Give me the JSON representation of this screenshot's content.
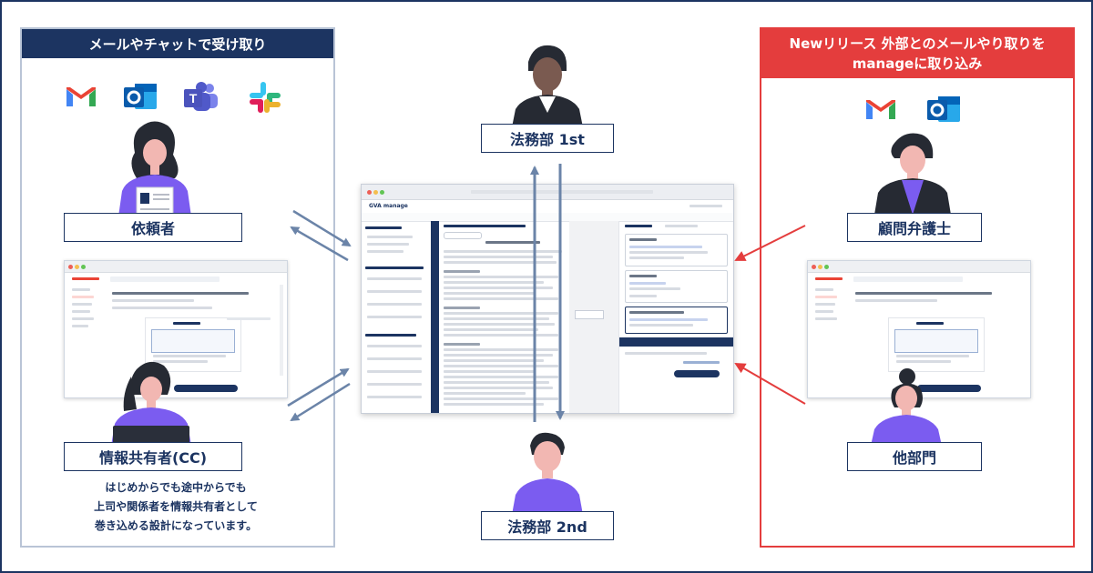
{
  "left_panel": {
    "title": "メールやチャットで受け取り",
    "app_icons": [
      "gmail-icon",
      "outlook-icon",
      "teams-icon",
      "slack-icon"
    ],
    "role_requester": "依頼者",
    "role_cc": "情報共有者(CC)",
    "caption_lines": [
      "はじめからでも途中からでも",
      "上司や関係者を情報共有者として",
      "巻き込める設計になっています。"
    ]
  },
  "right_panel": {
    "title_line1": "Newリリース 外部とのメールやり取りを",
    "title_line2": "manageに取り込み",
    "app_icons": [
      "gmail-icon",
      "outlook-icon"
    ],
    "role_advisor": "顧問弁護士",
    "role_other_dept": "他部門"
  },
  "center": {
    "legal_1st": "法務部 1st",
    "legal_2nd": "法務部 2nd",
    "app_brand": "GVA manage"
  },
  "colors": {
    "navy": "#1c3461",
    "red": "#e43d3d",
    "slate_arrow": "#6b84a8",
    "purple": "#7b5cf0",
    "skin": "#f2b7b2",
    "hair": "#262a33"
  }
}
